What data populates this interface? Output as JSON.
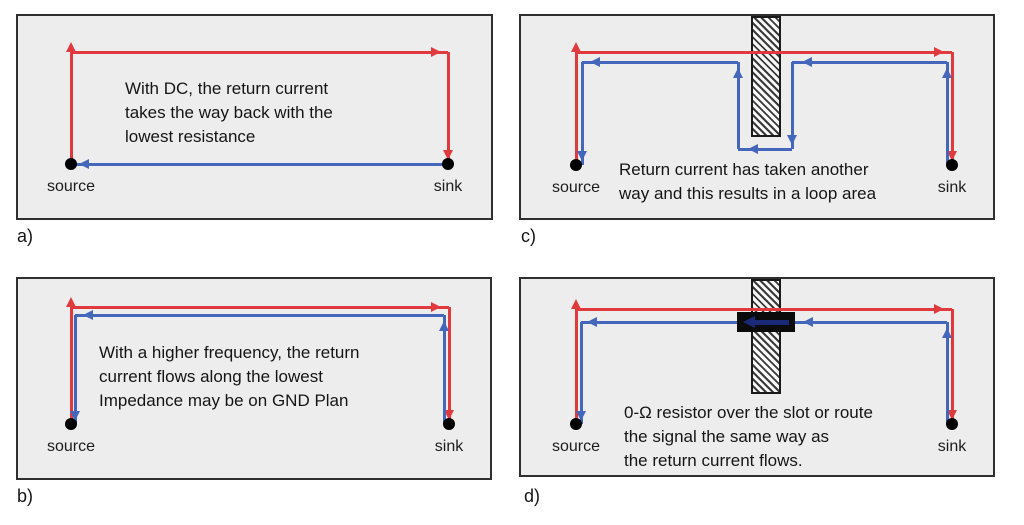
{
  "colors": {
    "signal_red": "#e0393e",
    "return_blue": "#4466bb",
    "resistor_navy": "#1a2a78",
    "resistor_body": "#0b0b0b",
    "panel_bg": "#ededed",
    "panel_border": "#2f2f2f",
    "canvas_bg": "#ffffff",
    "ink": "#151515"
  },
  "panels": [
    {
      "letter": "a)",
      "caption_lines": [
        "With DC, the return current",
        "takes the way back with the",
        "lowest resistance"
      ],
      "source_label": "source",
      "sink_label": "sink"
    },
    {
      "letter": "b)",
      "caption_lines": [
        "With a higher frequency, the return",
        "current flows along the lowest",
        "Impedance may be on GND Plan"
      ],
      "source_label": "source",
      "sink_label": "sink"
    },
    {
      "letter": "c)",
      "caption_lines": [
        "Return current has taken another",
        "way and this results in a loop area"
      ],
      "source_label": "source",
      "sink_label": "sink"
    },
    {
      "letter": "d)",
      "caption_lines": [
        "0-Ω resistor over the slot or route",
        "the signal the same way as",
        "the return current flows."
      ],
      "source_label": "source",
      "sink_label": "sink"
    }
  ]
}
